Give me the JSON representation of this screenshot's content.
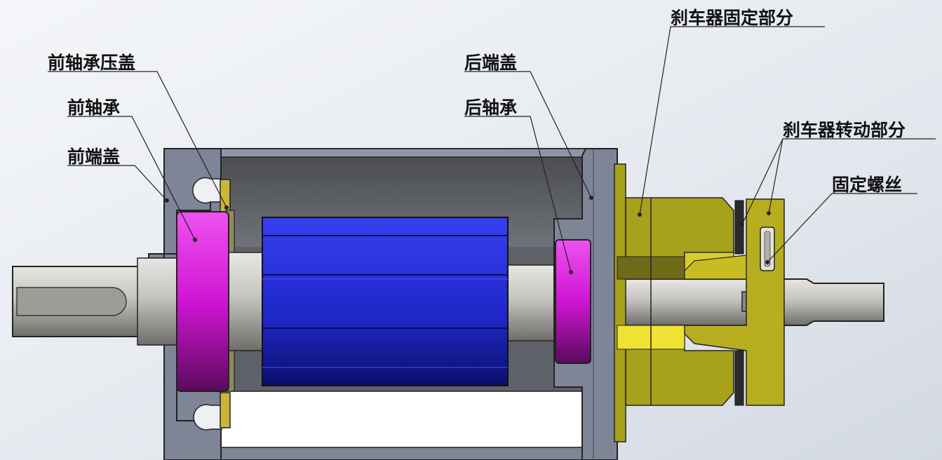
{
  "labels": {
    "front_bearing_cap": "前轴承压盖",
    "front_bearing": "前轴承",
    "front_end_cover": "前端盖",
    "rear_end_cover": "后端盖",
    "rear_bearing": "后轴承",
    "brake_fixed": "刹车器固定部分",
    "brake_rotating": "刹车器转动部分",
    "fixing_screw": "固定螺丝"
  },
  "colors": {
    "background": "#e9edf2",
    "housing": "#7d8597",
    "housing_dark": "#5c6270",
    "rotor": "#1f28d6",
    "bearing": "#d21ad4",
    "brake": "#a8a11c",
    "brake_light": "#efe233",
    "shaft": "#b9b7b3",
    "leader": "#222222"
  }
}
